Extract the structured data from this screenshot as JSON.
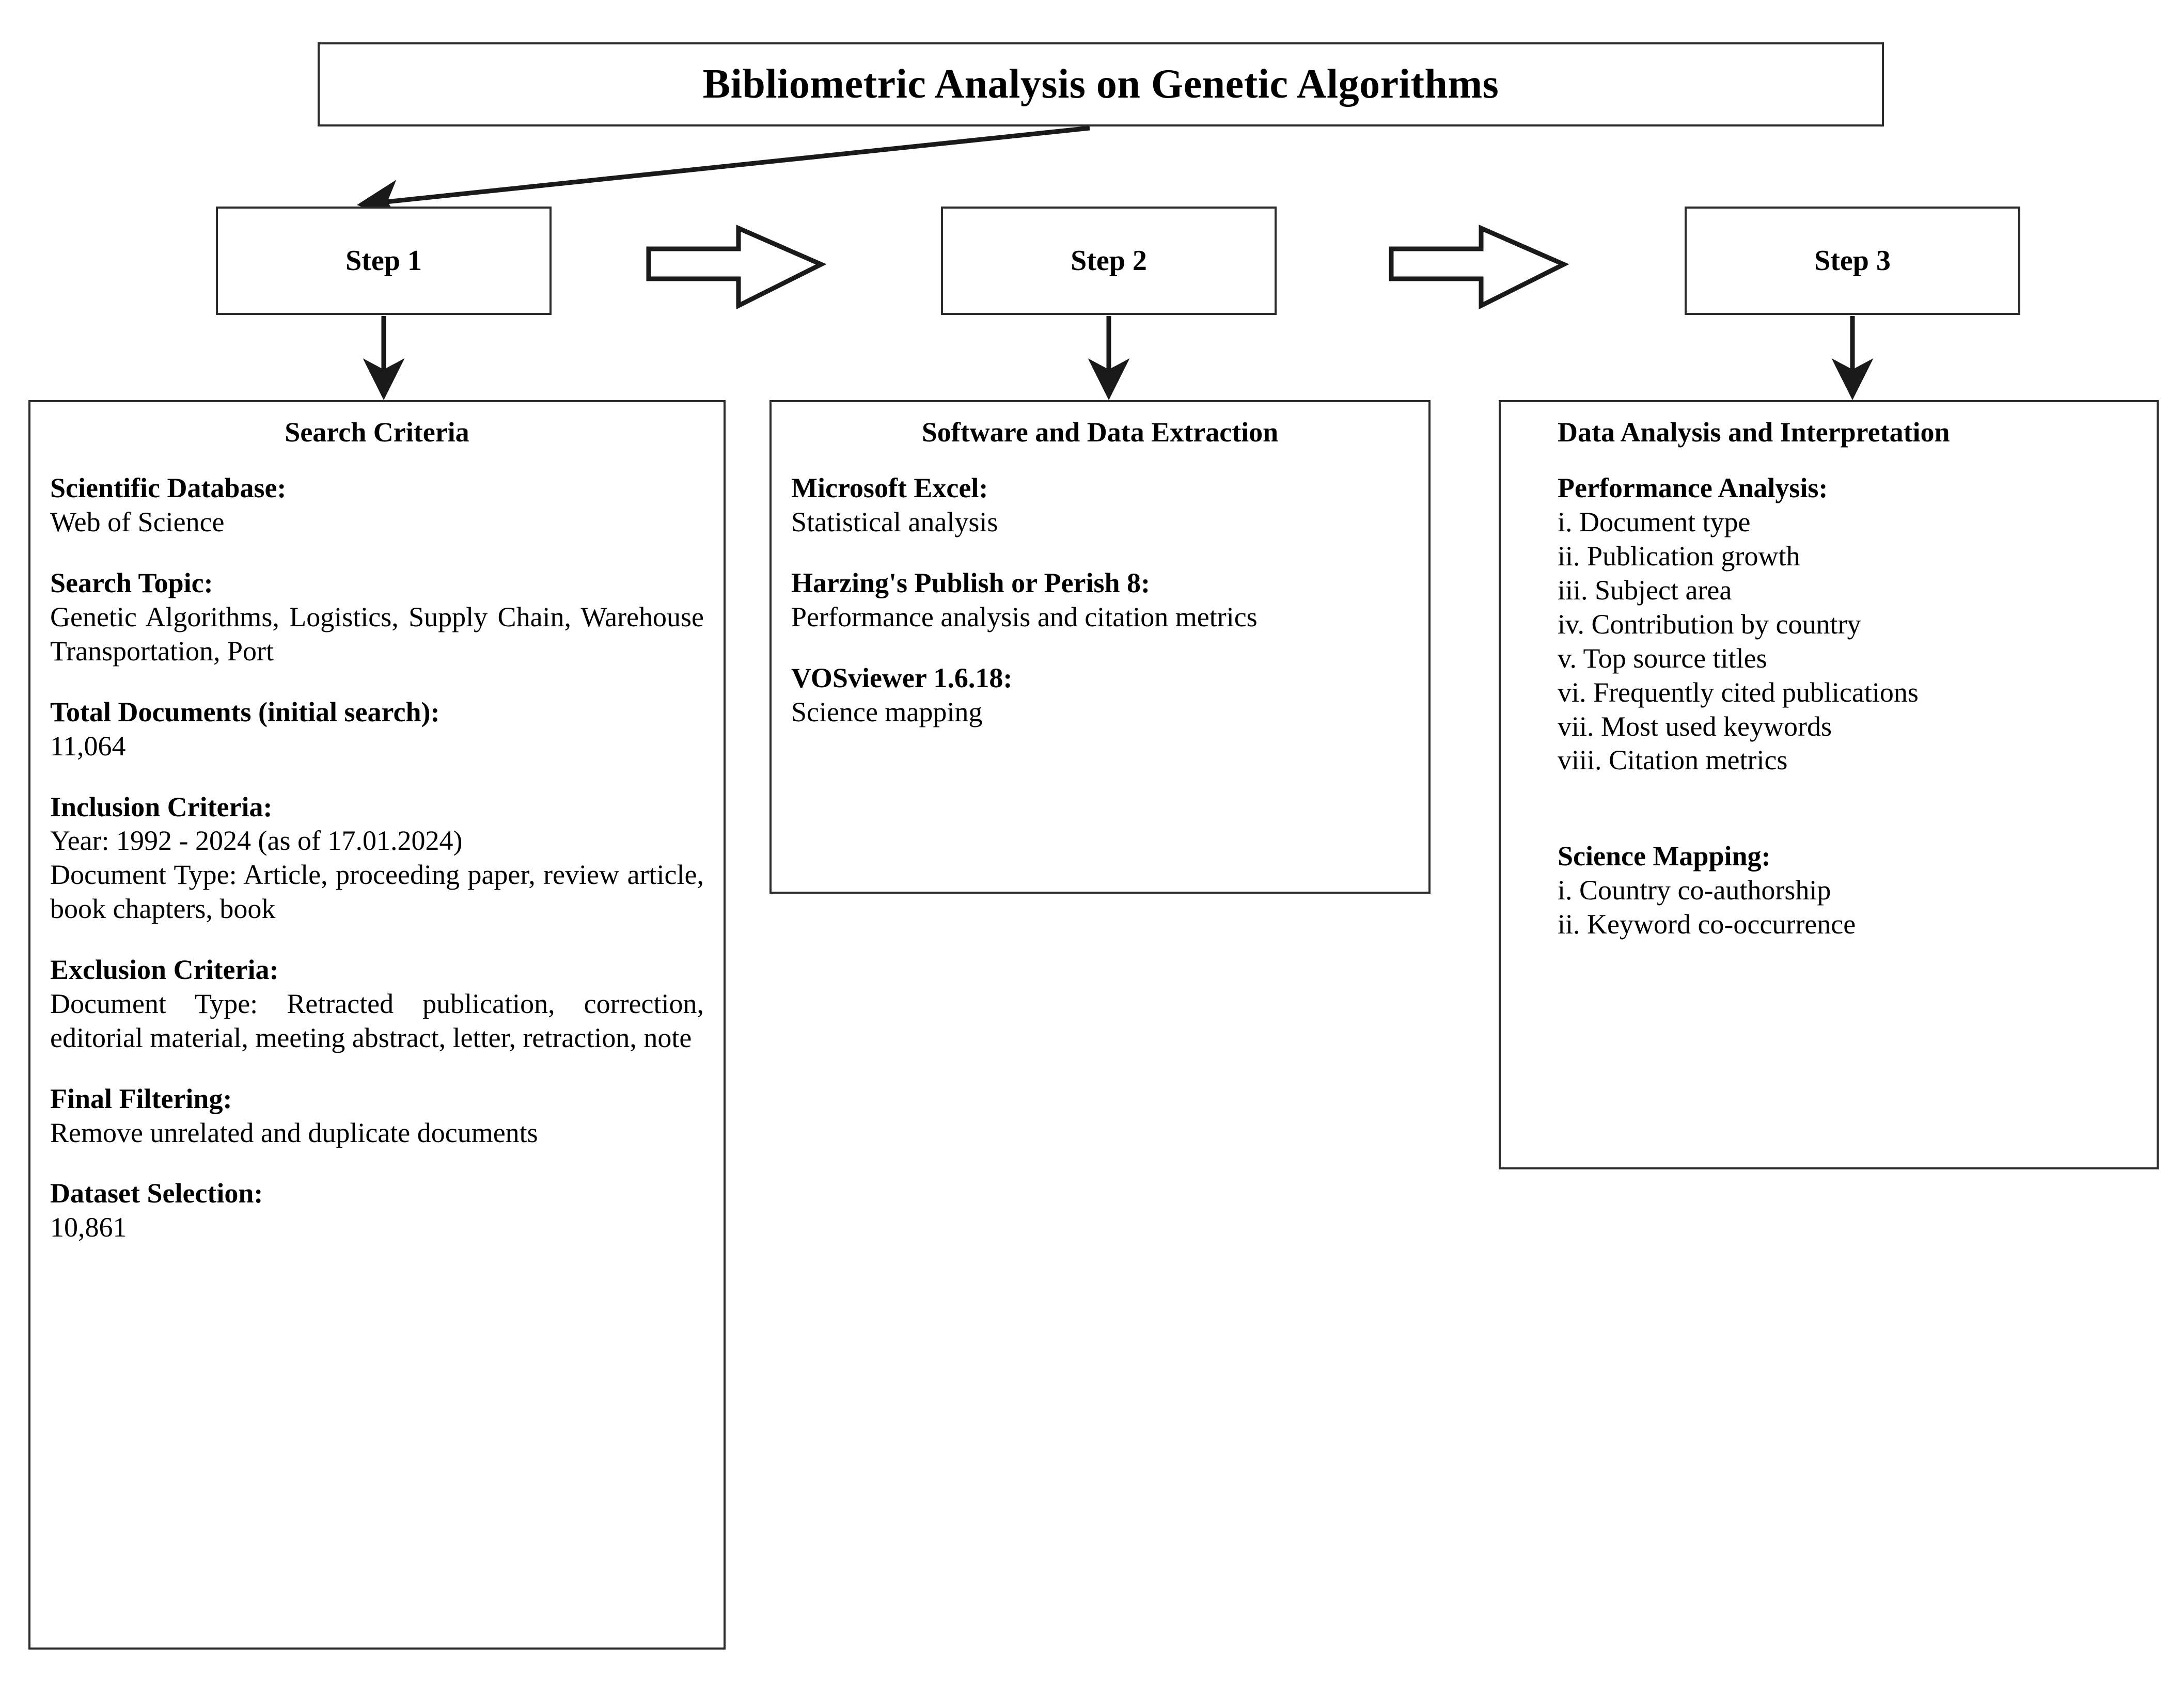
{
  "title": {
    "text": "Bibliometric Analysis on Genetic Algorithms"
  },
  "steps": [
    {
      "label": "Step 1"
    },
    {
      "label": "Step 2"
    },
    {
      "label": "Step 3"
    }
  ],
  "connectors": {
    "title_to_step1": "diagonal-arrow",
    "step_to_step_1": "block-arrow-right",
    "step_to_step_2": "block-arrow-right",
    "step1_down": "down-arrow",
    "step2_down": "down-arrow",
    "step3_down": "down-arrow"
  },
  "panels": [
    {
      "heading": "Search Criteria",
      "groups": [
        {
          "head": "Scientific Database:",
          "body": "Web of Science"
        },
        {
          "head": "Search Topic:",
          "body": "Genetic Algorithms, Logistics, Supply Chain, Warehouse Transportation, Port"
        },
        {
          "head": "Total Documents (initial search):",
          "body": "11,064"
        },
        {
          "head": "Inclusion Criteria:",
          "body_lines": [
            "Year: 1992 - 2024 (as of 17.01.2024)",
            "Document Type: Article, proceeding paper, review article, book chapters, book"
          ]
        },
        {
          "head": "Exclusion Criteria:",
          "body": "Document Type: Retracted publication, correction, editorial material, meeting abstract, letter, retraction, note"
        },
        {
          "head": "Final Filtering:",
          "body": "Remove unrelated and duplicate documents"
        },
        {
          "head": "Dataset Selection:",
          "body": "10,861"
        }
      ]
    },
    {
      "heading": "Software and Data Extraction",
      "groups": [
        {
          "head": "Microsoft Excel:",
          "body": "Statistical analysis"
        },
        {
          "head": "Harzing's Publish or Perish 8:",
          "body": "Performance analysis and citation metrics"
        },
        {
          "head": "VOSviewer 1.6.18:",
          "body": "Science mapping"
        }
      ]
    },
    {
      "heading": "Data Analysis and Interpretation",
      "groups": [
        {
          "head": "Performance Analysis:",
          "items": [
            "i. Document type",
            "ii. Publication growth",
            "iii. Subject area",
            "iv. Contribution by country",
            "v. Top source titles",
            "vi. Frequently cited publications",
            "vii. Most used keywords",
            "viii. Citation metrics"
          ]
        },
        {
          "head": "Science Mapping:",
          "items": [
            "i. Country co-authorship",
            "ii. Keyword co-occurrence"
          ]
        }
      ]
    }
  ],
  "colors": {
    "border": "#2b2b2b",
    "text": "#000000",
    "shadow": "#787878",
    "background": "#ffffff"
  }
}
